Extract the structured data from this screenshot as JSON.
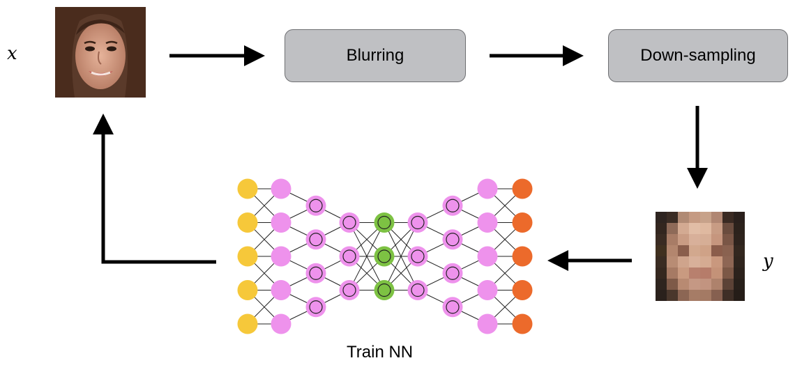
{
  "labels": {
    "x": "x",
    "y": "y",
    "blurring": "Blurring",
    "downsampling": "Down-sampling",
    "network": "Train NN"
  },
  "colors": {
    "input_node": "#f6c83a",
    "hidden_node": "#ee92ec",
    "bottleneck_node": "#7dc243",
    "output_node": "#ec6a2b",
    "box_fill": "#bfc0c3",
    "box_border": "#6e6f72",
    "arrow": "#000000"
  },
  "network": {
    "layer_sizes": [
      5,
      5,
      4,
      3,
      3,
      3,
      4,
      5,
      5
    ],
    "ring_layers": [
      2,
      3,
      4,
      5,
      6
    ],
    "layer_kinds": [
      "input",
      "hidden",
      "hidden",
      "hidden",
      "bottleneck",
      "hidden",
      "hidden",
      "hidden",
      "output"
    ]
  },
  "icons": {
    "sharp_face": "face-image-icon",
    "pixel_face": "pixelated-face-icon"
  }
}
